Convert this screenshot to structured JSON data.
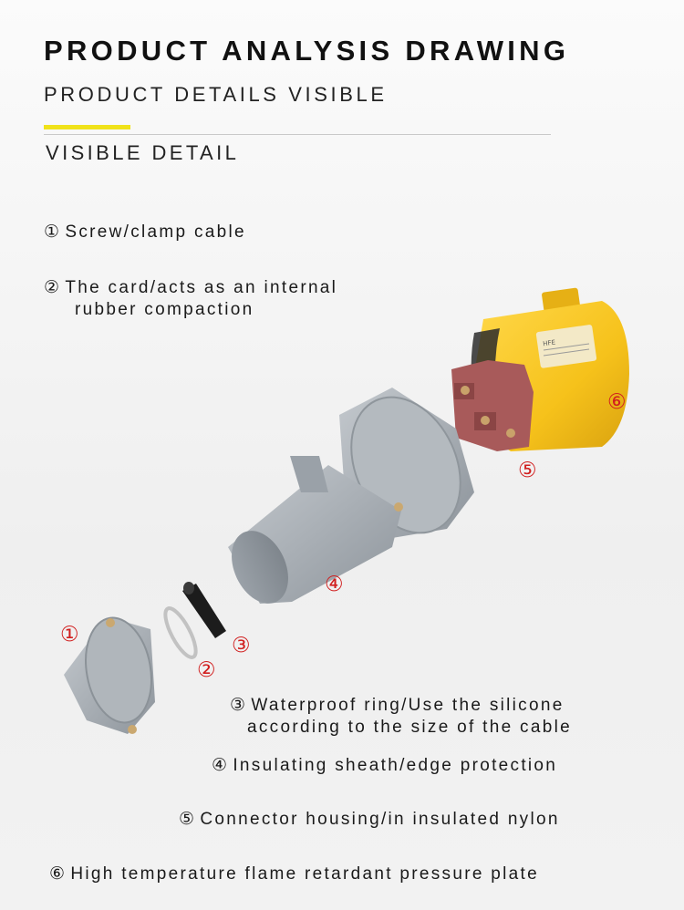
{
  "header": {
    "title": "PRODUCT ANALYSIS DRAWING",
    "subtitle": "PRODUCT DETAILS VISIBLE",
    "section_label": "VISIBLE DETAIL",
    "accent_color": "#f0e21a"
  },
  "notes": [
    {
      "num": "①",
      "lines": [
        "Screw/clamp cable"
      ]
    },
    {
      "num": "②",
      "lines": [
        "The card/acts as an internal",
        "rubber compaction"
      ]
    },
    {
      "num": "③",
      "lines": [
        "Waterproof ring/Use the silicone",
        "according to the size of the cable"
      ]
    },
    {
      "num": "④",
      "lines": [
        "Insulating sheath/edge protection"
      ]
    },
    {
      "num": "⑤",
      "lines": [
        "Connector housing/in insulated nylon"
      ]
    },
    {
      "num": "⑥",
      "lines": [
        "High temperature flame retardant pressure plate"
      ]
    }
  ],
  "callouts": {
    "c1": "①",
    "c2": "②",
    "c3": "③",
    "c4": "④",
    "c5": "⑤",
    "c6": "⑥",
    "color": "#d11f1f"
  },
  "product": {
    "housing_color": "#f6c21b",
    "body_color": "#a9afb5",
    "insert_color": "#a85a5a"
  }
}
